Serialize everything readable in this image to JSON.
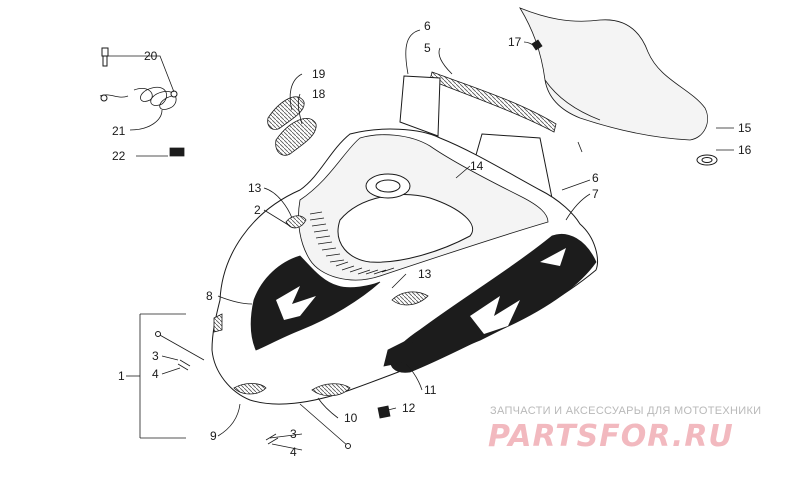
{
  "callouts": {
    "c1": "1",
    "c2": "2",
    "c3a": "3",
    "c3b": "3",
    "c4a": "4",
    "c4b": "4",
    "c5": "5",
    "c6a": "6",
    "c6b": "6",
    "c7": "7",
    "c8": "8",
    "c9": "9",
    "c10": "10",
    "c11": "11",
    "c12": "12",
    "c13a": "13",
    "c13b": "13",
    "c14": "14",
    "c15": "15",
    "c16": "16",
    "c17": "17",
    "c18": "18",
    "c19": "19",
    "c20": "20",
    "c21": "21",
    "c22": "22"
  },
  "watermark": {
    "tagline": "ЗАПЧАСТИ И АКСЕССУАРЫ ДЛЯ МОТОТЕХНИКИ",
    "brand": "PARTSFOR.RU"
  },
  "colors": {
    "line": "#1a1a1a",
    "decal": "#1c1c1c",
    "watermark_brand": "#f2b9bf",
    "watermark_text": "#b9b9b9"
  }
}
